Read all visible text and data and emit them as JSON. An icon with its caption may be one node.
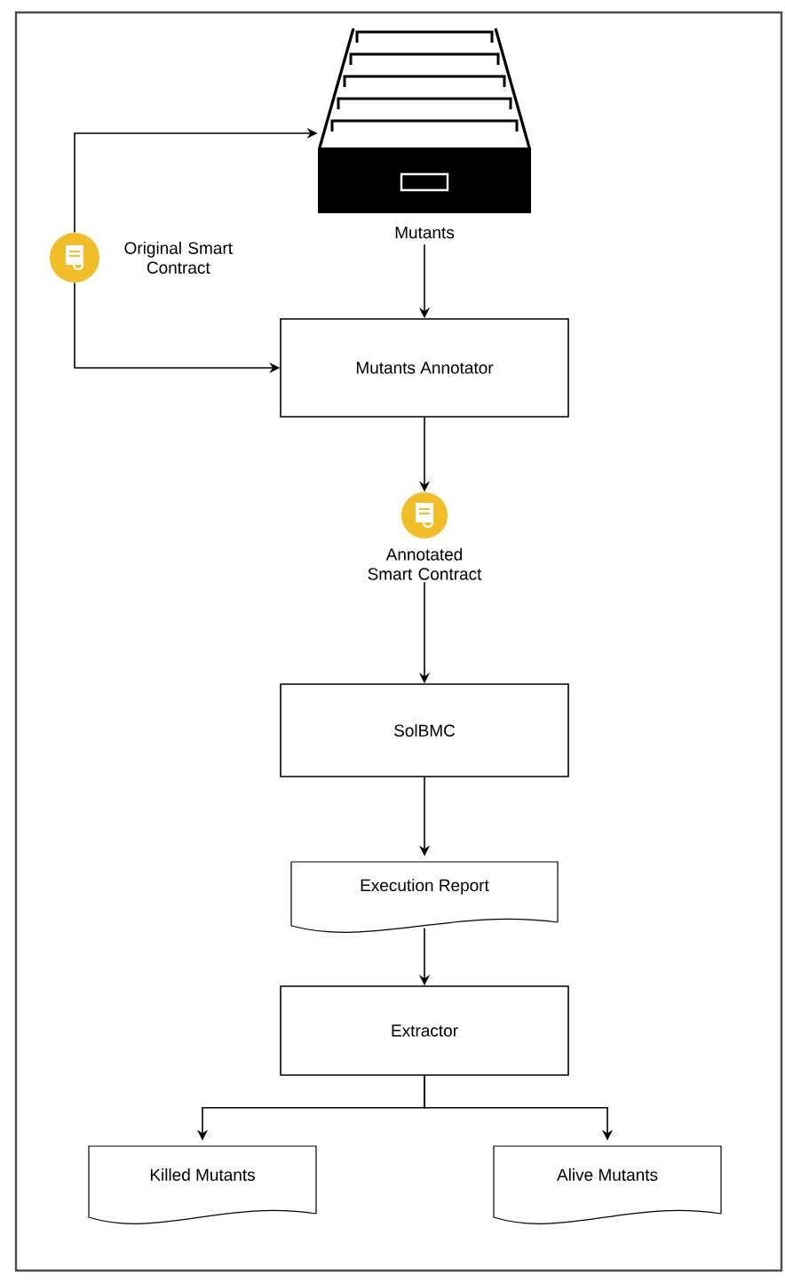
{
  "diagram": {
    "nodes": [
      {
        "text": [
          "Mutants"
        ]
      },
      {
        "text": [
          "Original Smart Contract"
        ]
      },
      {
        "text": [
          "Mutants Annotator"
        ]
      },
      {
        "text": [
          "Annotated Smart Contract"
        ]
      },
      {
        "text": [
          "SolBMC"
        ]
      },
      {
        "text": [
          "Execution Report"
        ]
      },
      {
        "text": [
          "Extractor"
        ]
      },
      {
        "text": [
          "Killed Mutants"
        ]
      },
      {
        "text": [
          "Alive Mutants"
        ]
      }
    ],
    "edges": [
      {
        "from": 1,
        "to": 0,
        "arrow": "to"
      },
      {
        "from": 1,
        "to": 2,
        "arrow": "to"
      },
      {
        "from": 0,
        "to": 2,
        "arrow": "to"
      },
      {
        "from": 2,
        "to": 3,
        "arrow": "to"
      },
      {
        "from": 3,
        "to": 4,
        "arrow": "to"
      },
      {
        "from": 4,
        "to": 5,
        "arrow": "to"
      },
      {
        "from": 5,
        "to": 6,
        "arrow": "to"
      },
      {
        "from": 6,
        "to": 7,
        "arrow": "to"
      },
      {
        "from": 6,
        "to": 8,
        "arrow": "to"
      }
    ]
  }
}
